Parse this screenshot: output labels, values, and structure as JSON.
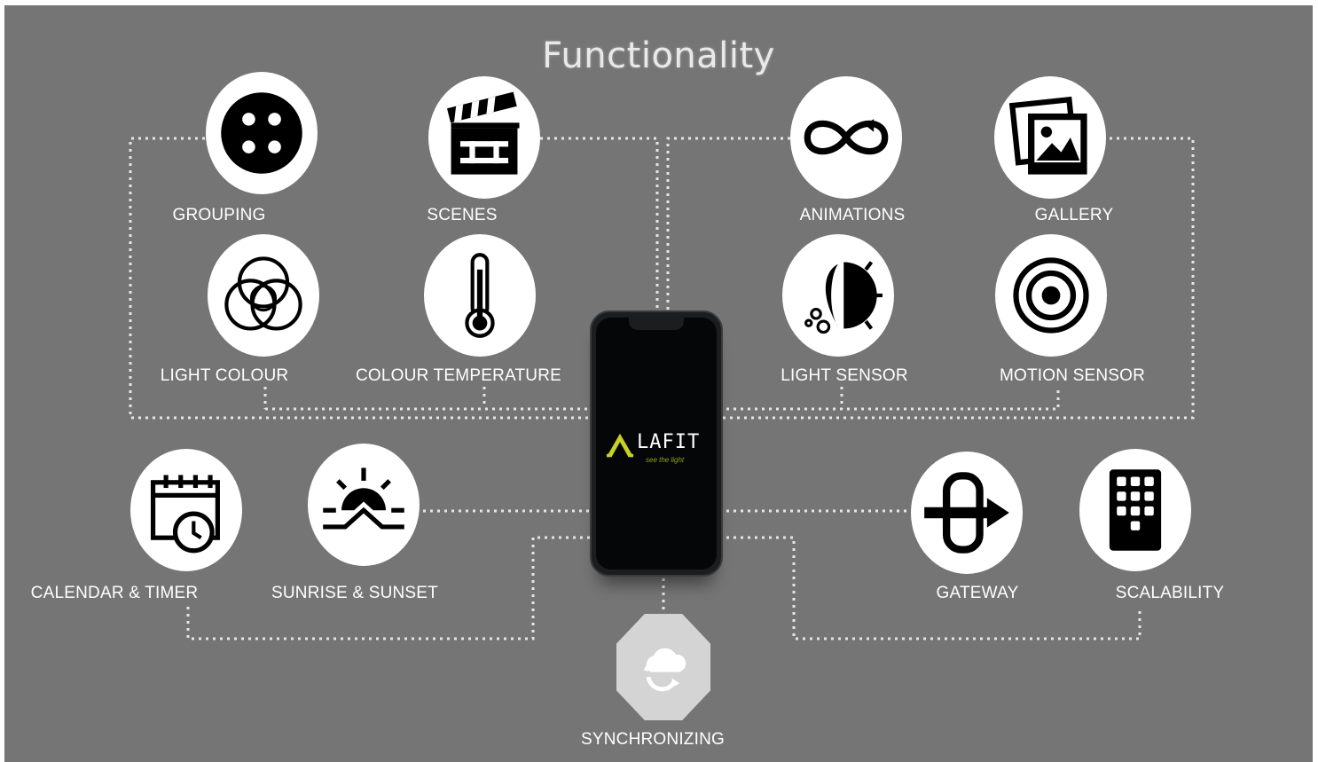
{
  "title": "Functionality",
  "features": {
    "grouping": "GROUPING",
    "scenes": "SCENES",
    "animations": "ANIMATIONS",
    "gallery": "GALLERY",
    "light_colour": "LIGHT COLOUR",
    "colour_temperature": "COLOUR TEMPERATURE",
    "light_sensor": "LIGHT SENSOR",
    "motion_sensor": "MOTION SENSOR",
    "calendar_timer": "CALENDAR & TIMER",
    "sunrise_sunset": "SUNRISE & SUNSET",
    "gateway": "GATEWAY",
    "scalability": "SCALABILITY",
    "synchronizing": "SYNCHRONIZING"
  },
  "phone": {
    "brand": "LAFIT",
    "tagline": "see the light"
  },
  "colors": {
    "background": "#757575",
    "badge": "#ffffff",
    "accent": "#c6d320"
  },
  "icons": [
    "dots-group-icon",
    "clapperboard-icon",
    "infinity-icon",
    "gallery-icon",
    "venn-icon",
    "thermometer-icon",
    "light-sensor-icon",
    "target-icon",
    "calendar-clock-icon",
    "sunrise-icon",
    "gateway-icon",
    "keypad-icon",
    "cloud-sync-icon"
  ]
}
